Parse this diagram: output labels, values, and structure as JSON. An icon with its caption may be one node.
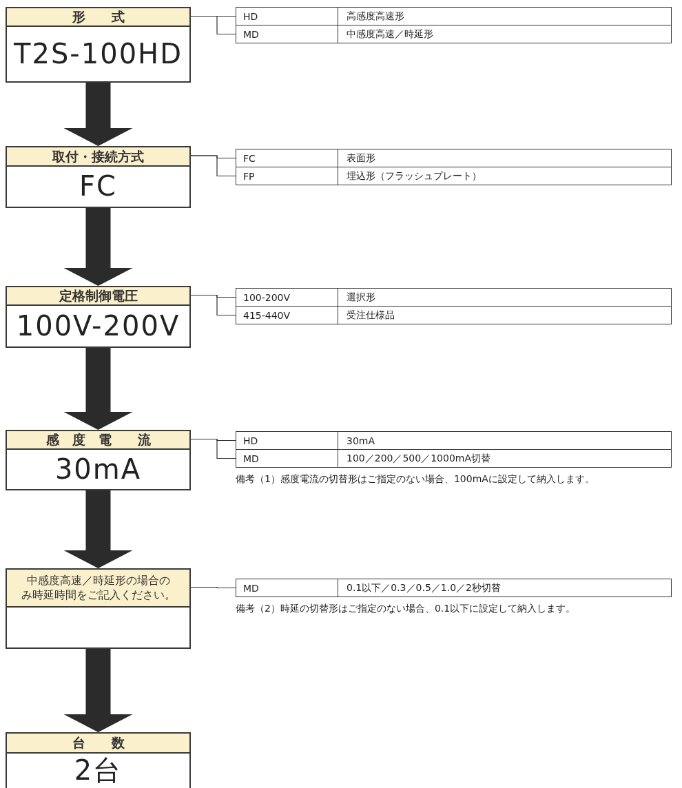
{
  "diagram": {
    "nodes": [
      {
        "text": [
          "形　　式",
          "T2S-100HD"
        ]
      },
      {
        "text": [
          "HD",
          "高感度高速形"
        ]
      },
      {
        "text": [
          "MD",
          "中感度高速／時延形"
        ]
      },
      {
        "text": [
          "取付・接続方式",
          "FC"
        ]
      },
      {
        "text": [
          "FC",
          "表面形"
        ]
      },
      {
        "text": [
          "FP",
          "埋込形（フラッシュプレート）"
        ]
      },
      {
        "text": [
          "定格制御電圧",
          "100V-200V"
        ]
      },
      {
        "text": [
          "100-200V",
          "選択形"
        ]
      },
      {
        "text": [
          "415-440V",
          "受注仕様品"
        ]
      },
      {
        "text": [
          "感　度　電　　流",
          "30mA"
        ]
      },
      {
        "text": [
          "HD",
          "30mA"
        ]
      },
      {
        "text": [
          "MD",
          "100／200／500／1000mA切替"
        ],
        "beside": [
          "備考（1）感度電流の切替形はご指定のない場合、100mAに設定して納入します。"
        ]
      },
      {
        "text": [
          "中感度高速／時延形の場合のみ時延時間をご記入ください。"
        ]
      },
      {
        "text": [
          "MD",
          "0.1以下／0.3／0.5／1.0／2秒切替"
        ],
        "beside": [
          "備考（2）時延の切替形はご指定のない場合、0.1以下に設定して納入します。"
        ]
      },
      {
        "text": [
          "台　　数",
          "2台"
        ]
      }
    ],
    "edges": [
      {
        "from": 0,
        "to": 1,
        "arrow": "none"
      },
      {
        "from": 0,
        "to": 2,
        "arrow": "none"
      },
      {
        "from": 3,
        "to": 4,
        "arrow": "none"
      },
      {
        "from": 3,
        "to": 5,
        "arrow": "none"
      },
      {
        "from": 6,
        "to": 7,
        "arrow": "none"
      },
      {
        "from": 6,
        "to": 8,
        "arrow": "none"
      },
      {
        "from": 9,
        "to": 10,
        "arrow": "none"
      },
      {
        "from": 9,
        "to": 11,
        "arrow": "none"
      },
      {
        "from": 12,
        "to": 13,
        "arrow": "none"
      },
      {
        "from": 0,
        "to": 3,
        "arrow": "to",
        "style": "thick"
      },
      {
        "from": 3,
        "to": 6,
        "arrow": "to",
        "style": "thick"
      },
      {
        "from": 6,
        "to": 9,
        "arrow": "to",
        "style": "thick"
      },
      {
        "from": 9,
        "to": 12,
        "arrow": "to",
        "style": "thick"
      },
      {
        "from": 12,
        "to": 14,
        "arrow": "to",
        "style": "thick"
      }
    ]
  }
}
